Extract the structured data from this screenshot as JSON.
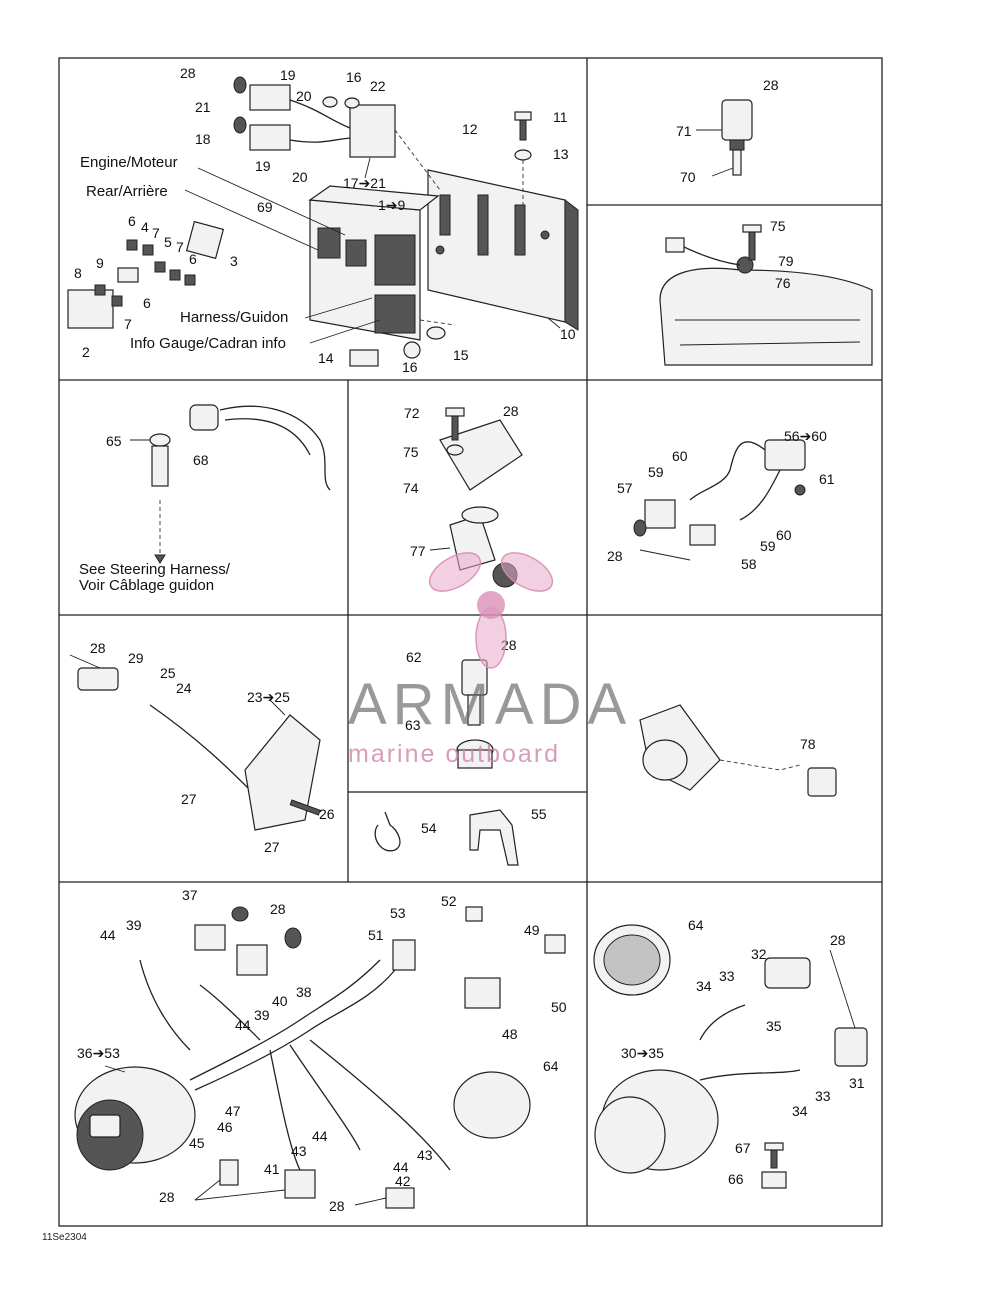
{
  "diagram": {
    "ref_code": "11Se2304",
    "text_labels": {
      "engine": "Engine/Moteur",
      "rear": "Rear/Arrière",
      "harness": "Harness/Guidon",
      "info_gauge": "Info Gauge/Cadran info",
      "see_steering_1": "See Steering Harness/",
      "see_steering_2": "Voir Câblage guidon"
    },
    "callouts": {
      "p1": [
        "28",
        "19",
        "16",
        "22",
        "21",
        "20",
        "18",
        "19",
        "20",
        "11",
        "12",
        "13",
        "17➔21",
        "69",
        "1➔9",
        "6",
        "4",
        "7",
        "5",
        "7",
        "3",
        "9",
        "6",
        "8",
        "6",
        "7",
        "2",
        "10",
        "14",
        "15",
        "16"
      ],
      "p2": [
        "28",
        "71",
        "70"
      ],
      "p3": [
        "75",
        "79",
        "76"
      ],
      "p4": [
        "65",
        "68"
      ],
      "p5": [
        "72",
        "28",
        "75",
        "74",
        "77"
      ],
      "p6": [
        "56➔60",
        "60",
        "59",
        "57",
        "61",
        "60",
        "59",
        "28",
        "58"
      ],
      "p7": [
        "28",
        "29",
        "25",
        "24",
        "23➔25",
        "27",
        "26",
        "27"
      ],
      "p8": [
        "62",
        "28",
        "63"
      ],
      "p9": [
        "78"
      ],
      "p10": [
        "54",
        "55"
      ],
      "p11": [
        "37",
        "28",
        "39",
        "44",
        "53",
        "52",
        "51",
        "49",
        "40",
        "38",
        "39",
        "44",
        "50",
        "48",
        "36➔53",
        "64",
        "47",
        "46",
        "45",
        "44",
        "43",
        "41",
        "44",
        "43",
        "42",
        "28",
        "28"
      ],
      "p12": [
        "64",
        "32",
        "28",
        "33",
        "34",
        "35",
        "30➔35",
        "31",
        "34",
        "33",
        "67",
        "66"
      ]
    }
  },
  "watermark": {
    "brand": "ARMADA",
    "tagline": "marine outboard",
    "colors": {
      "pink": "#d98bb4",
      "gray": "#6a6a6a"
    }
  }
}
